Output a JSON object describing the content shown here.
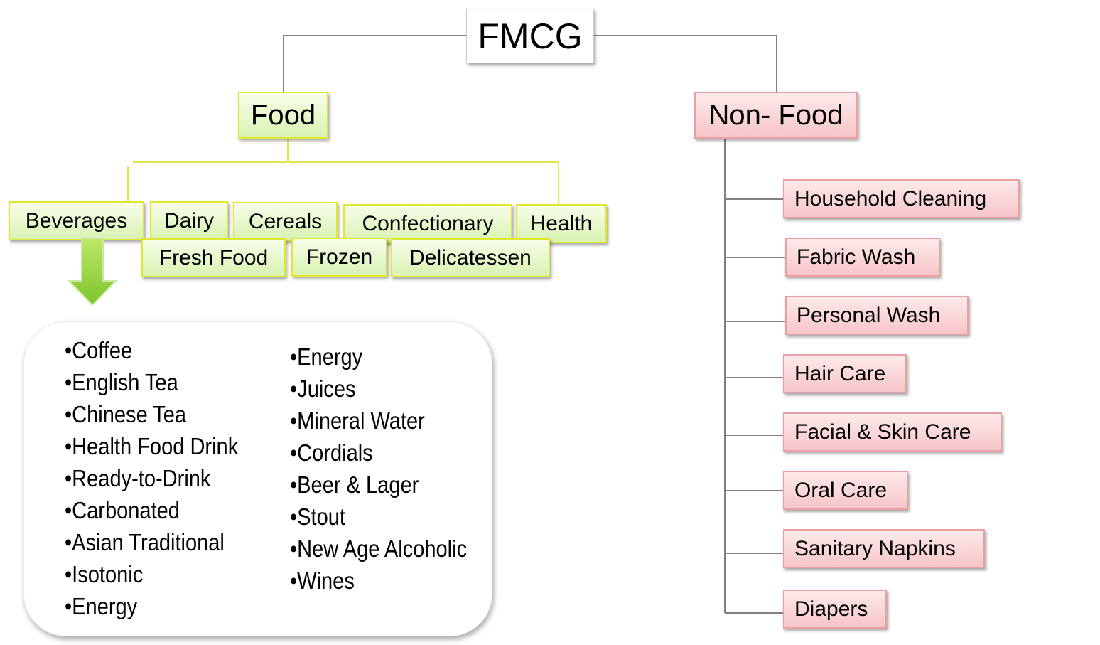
{
  "root": {
    "label": "FMCG"
  },
  "food": {
    "label": "Food",
    "categories_row1": [
      {
        "label": "Beverages"
      },
      {
        "label": "Dairy"
      },
      {
        "label": "Cereals"
      },
      {
        "label": "Confectionary"
      },
      {
        "label": "Health"
      }
    ],
    "categories_row2": [
      {
        "label": "Fresh Food"
      },
      {
        "label": "Frozen"
      },
      {
        "label": "Delicatessen"
      }
    ],
    "beverages_list_left": [
      "Coffee",
      "English Tea",
      "Chinese Tea",
      "Health Food Drink",
      "Ready-to-Drink",
      "Carbonated",
      "Asian Traditional",
      "Isotonic",
      "Energy"
    ],
    "beverages_list_right": [
      "Energy",
      "Juices",
      "Mineral Water",
      "Cordials",
      "Beer & Lager",
      "Stout",
      "New Age Alcoholic",
      "Wines"
    ]
  },
  "nonfood": {
    "label": "Non- Food",
    "items": [
      {
        "label": "Household Cleaning"
      },
      {
        "label": "Fabric Wash"
      },
      {
        "label": "Personal Wash"
      },
      {
        "label": "Hair Care"
      },
      {
        "label": "Facial & Skin Care"
      },
      {
        "label": "Oral Care"
      },
      {
        "label": "Sanitary Napkins"
      },
      {
        "label": "Diapers"
      }
    ]
  },
  "colors": {
    "food_fill": "#d8f3b2",
    "food_border": "#dfe82e",
    "nonfood_fill": "#f7c5c8",
    "nonfood_border": "#e8a0a4",
    "arrow": "#8ecf3a"
  }
}
